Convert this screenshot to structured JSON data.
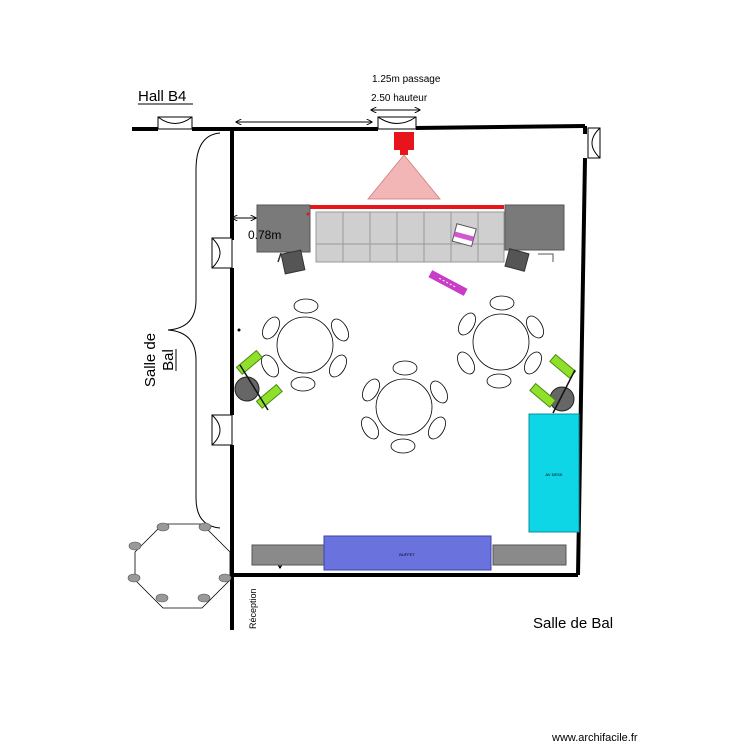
{
  "labels": {
    "hall": "Hall B4",
    "passage": "1.25m passage",
    "hauteur": "2.50 hauteur",
    "width": "0.78m",
    "salle_line1": "Salle de",
    "salle_line2": "Bal",
    "salle_bottom": "Salle de Bal",
    "reception": "Réception",
    "buffet": "BUFFET",
    "av_desk": "AV DESK",
    "watermark": "www.archifacile.fr"
  },
  "colors": {
    "wall": "#000000",
    "projector": "#e8141b",
    "beam": "#f2b6b6",
    "stage": "#cfcfcf",
    "dark_box": "#7a7a7a",
    "buffet": "#6a72dd",
    "av_desk": "#0fd6e6",
    "spot": "#8fe02a",
    "magenta": "#c83cc8"
  }
}
